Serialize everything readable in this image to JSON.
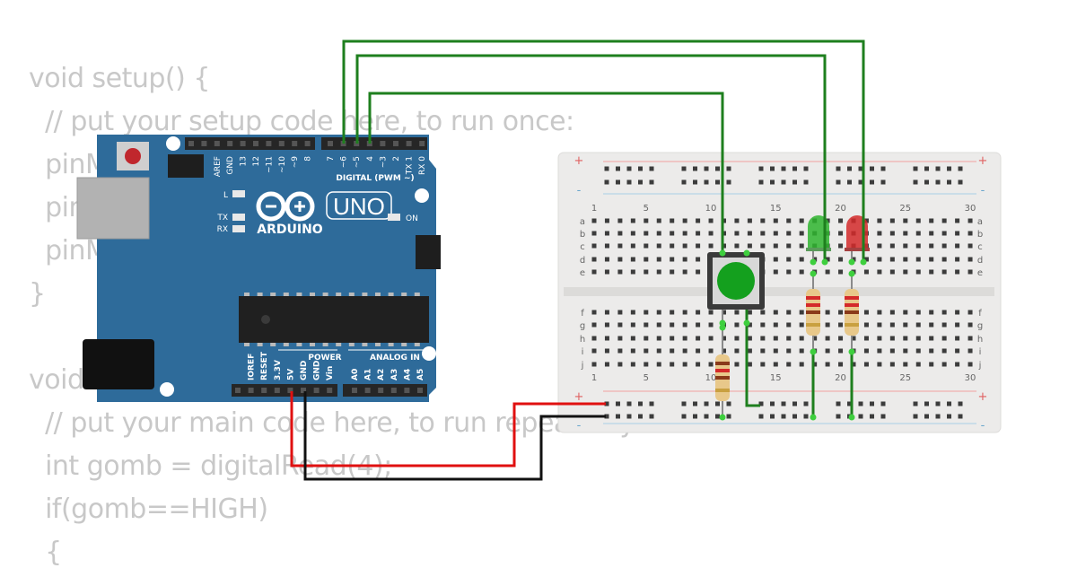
{
  "code_lines": [
    "void setup() {",
    "  // put your setup code here, to run once:",
    "  pinM",
    "  pin",
    "  pinM",
    "}",
    "void",
    "  // put your main code here, to run repeatedly:",
    "  int gomb = digitalRead(4);",
    "  if(gomb==HIGH)",
    "  {"
  ],
  "arduino": {
    "brand": "ARDUINO",
    "model": "UNO",
    "digital_header": "DIGITAL (PWM ~)",
    "digital_pins": [
      "AREF",
      "GND",
      "13",
      "12",
      "~11",
      "~10",
      "~9",
      "8",
      "7",
      "~6",
      "~5",
      "4",
      "~3",
      "2",
      "TX 1",
      "RX 0"
    ],
    "power_label": "POWER",
    "analog_label": "ANALOG IN",
    "power_pins": [
      "IOREF",
      "RESET",
      "3.3V",
      "5V",
      "GND",
      "GND",
      "Vin"
    ],
    "analog_pins": [
      "A0",
      "A1",
      "A2",
      "A3",
      "A4",
      "A5"
    ],
    "led_l": "L",
    "led_tx": "TX",
    "led_rx": "RX",
    "led_on": "ON"
  },
  "breadboard": {
    "column_numbers": [
      "1",
      "5",
      "10",
      "15",
      "20",
      "25",
      "30"
    ],
    "rows_top": [
      "a",
      "b",
      "c",
      "d",
      "e"
    ],
    "rows_bottom": [
      "f",
      "g",
      "h",
      "i",
      "j"
    ],
    "rail_plus": "+",
    "rail_minus": "-"
  },
  "components": {
    "led_green_color": "#2fb52f",
    "led_red_color": "#d42a2a",
    "button_color": "#14a01e",
    "wire_green": "#1e7f1e",
    "wire_red": "#e01010",
    "wire_black": "#111111",
    "board_color": "#2e6b9a"
  }
}
